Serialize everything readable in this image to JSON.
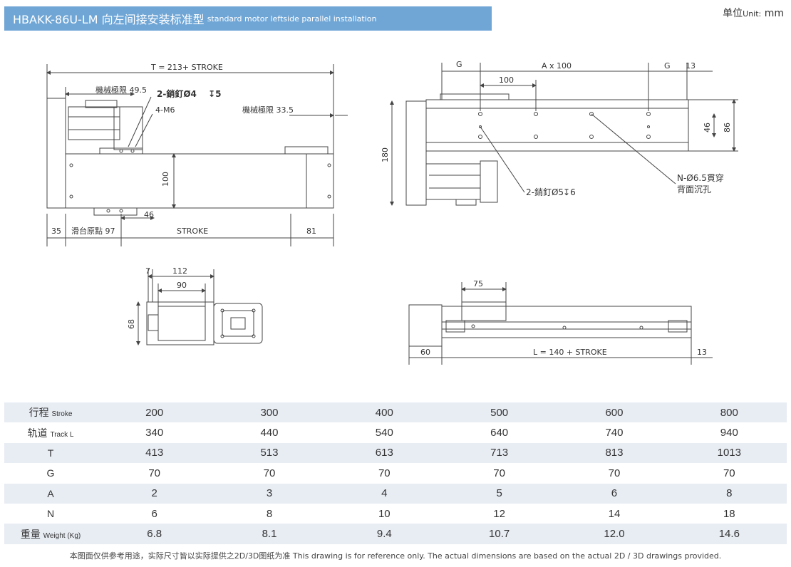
{
  "header": {
    "title_main": "HBAKK-86U-LM 向左间接安装标准型",
    "title_sub": "standard motor leftside parallel installation",
    "unit_label": "单位",
    "unit_sub": "Unit:",
    "unit_value": "mm"
  },
  "drawing": {
    "dim_t": "T = 213+ STROKE",
    "mech_limit_left": "機械極限 49.5",
    "pin_top": "2-銷釘Ø4",
    "pin_top_depth": "5",
    "tap": "4-M6",
    "mech_limit_right": "機械極限 33.5",
    "dim_100_v": "100",
    "dim_46_h": "46",
    "dim_35": "35",
    "slide_origin": "滑台原點 97",
    "stroke": "STROKE",
    "dim_81": "81",
    "dim_g_left": "G",
    "dim_a100": "A x 100",
    "dim_g_right": "G",
    "dim_13_top": "13",
    "dim_100_h": "100",
    "dim_180": "180",
    "dim_46_v": "46",
    "dim_86": "86",
    "through_hole": "N-Ø6.5貫穿",
    "counterbore": "背面沉孔",
    "pin_side": "2-銷釘Ø5",
    "pin_side_depth": "6",
    "dim_7": "7",
    "dim_112": "112",
    "dim_90": "90",
    "dim_68": "68",
    "dim_75": "75",
    "dim_60": "60",
    "dim_l": "L = 140 + STROKE",
    "dim_13_bottom": "13"
  },
  "table": {
    "rows": [
      {
        "label": "行程",
        "label_en": "Stroke",
        "values": [
          "200",
          "300",
          "400",
          "500",
          "600",
          "800"
        ]
      },
      {
        "label": "轨道",
        "label_en": "Track L",
        "values": [
          "340",
          "440",
          "540",
          "640",
          "740",
          "940"
        ]
      },
      {
        "label": "T",
        "label_en": "",
        "values": [
          "413",
          "513",
          "613",
          "713",
          "813",
          "1013"
        ]
      },
      {
        "label": "G",
        "label_en": "",
        "values": [
          "70",
          "70",
          "70",
          "70",
          "70",
          "70"
        ]
      },
      {
        "label": "A",
        "label_en": "",
        "values": [
          "2",
          "3",
          "4",
          "5",
          "6",
          "8"
        ]
      },
      {
        "label": "N",
        "label_en": "",
        "values": [
          "6",
          "8",
          "10",
          "12",
          "14",
          "18"
        ]
      },
      {
        "label": "重量",
        "label_en": "Weight (Kg)",
        "values": [
          "6.8",
          "8.1",
          "9.4",
          "10.7",
          "12.0",
          "14.6"
        ]
      }
    ]
  },
  "footer": {
    "note": "本图面仅供参考用途，实际尺寸皆以实际提供之2D/3D图纸为准 This drawing is for reference only. The actual dimensions are based on the actual 2D / 3D drawings provided."
  }
}
